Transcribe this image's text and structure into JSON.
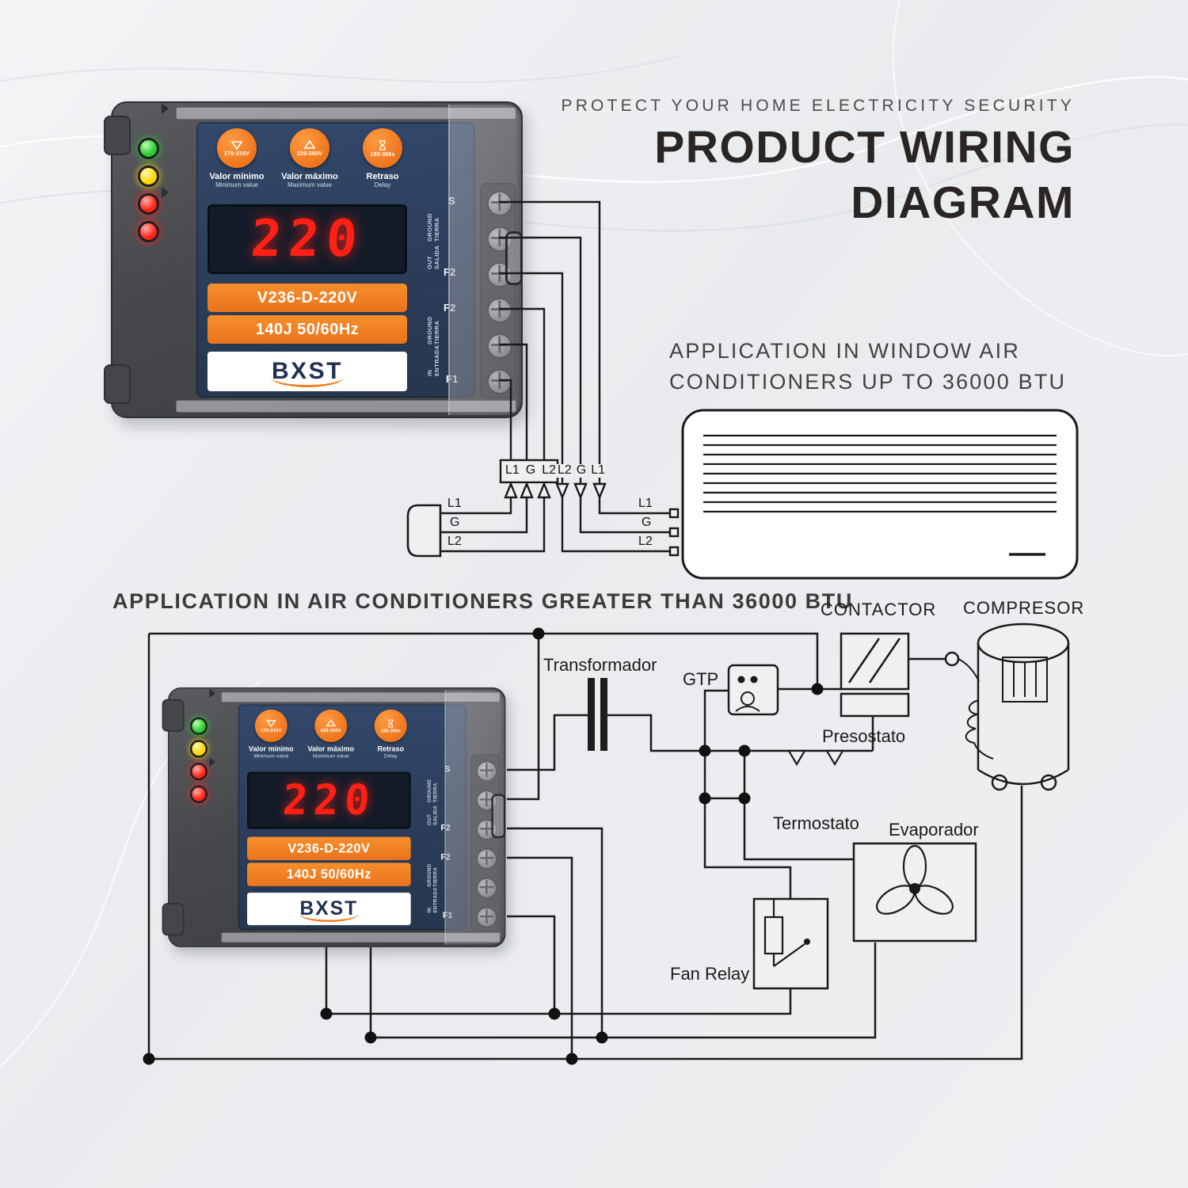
{
  "header": {
    "kicker": "PROTECT YOUR HOME ELECTRICITY SECURITY",
    "title_line1": "PRODUCT WIRING",
    "title_line2": "DIAGRAM"
  },
  "sections": {
    "window_ac_line1": "APPLICATION IN WINDOW AIR",
    "window_ac_line2": "CONDITIONERS UP TO 36000 BTU",
    "large_ac": "APPLICATION IN AIR CONDITIONERS GREATER THAN 36000 BTU"
  },
  "device": {
    "display_value": "220",
    "model": "V236-D-220V",
    "rating": "140J 50/60Hz",
    "brand": "BXST",
    "buttons": [
      {
        "range": "170-210V",
        "label_es": "Valor mínimo",
        "label_en": "Minimum value"
      },
      {
        "range": "220-260V",
        "label_es": "Valor máximo",
        "label_en": "Maximum value"
      },
      {
        "range": "180-300s",
        "label_es": "Retraso",
        "label_en": "Delay"
      }
    ],
    "terminals": {
      "s": "S",
      "f2_out": "F2",
      "f2_in": "F2",
      "f1": "F1",
      "out_salida": "OUT SALIDA",
      "ground_tierra_out": "GROUND TIERRA",
      "in_entrada": "IN ENTRADA",
      "ground_tierra_in": "GROUND TIERRA"
    }
  },
  "wiring": {
    "strip_left": [
      "L1",
      "G",
      "L2"
    ],
    "strip_right": [
      "L2",
      "G",
      "L1"
    ],
    "plug_rows": [
      "L1",
      "G",
      "L2"
    ],
    "ac_rows": [
      "L1",
      "G",
      "L2"
    ]
  },
  "schematic": {
    "transformador": "Transformador",
    "gtp": "GTP",
    "contactor": "CONTACTOR",
    "compresor": "COMPRESOR",
    "presostato": "Presostato",
    "termostato": "Termostato",
    "evaporador": "Evaporador",
    "fan_relay": "Fan Relay"
  },
  "colors": {
    "accent_orange": "#f07f23",
    "panel_navy": "#2d3e5a",
    "display_red": "#ff2016",
    "led_green": "#2ecc2e",
    "led_yellow": "#ffd400",
    "led_red": "#ff2418",
    "line_dark": "#1a1a1a"
  }
}
